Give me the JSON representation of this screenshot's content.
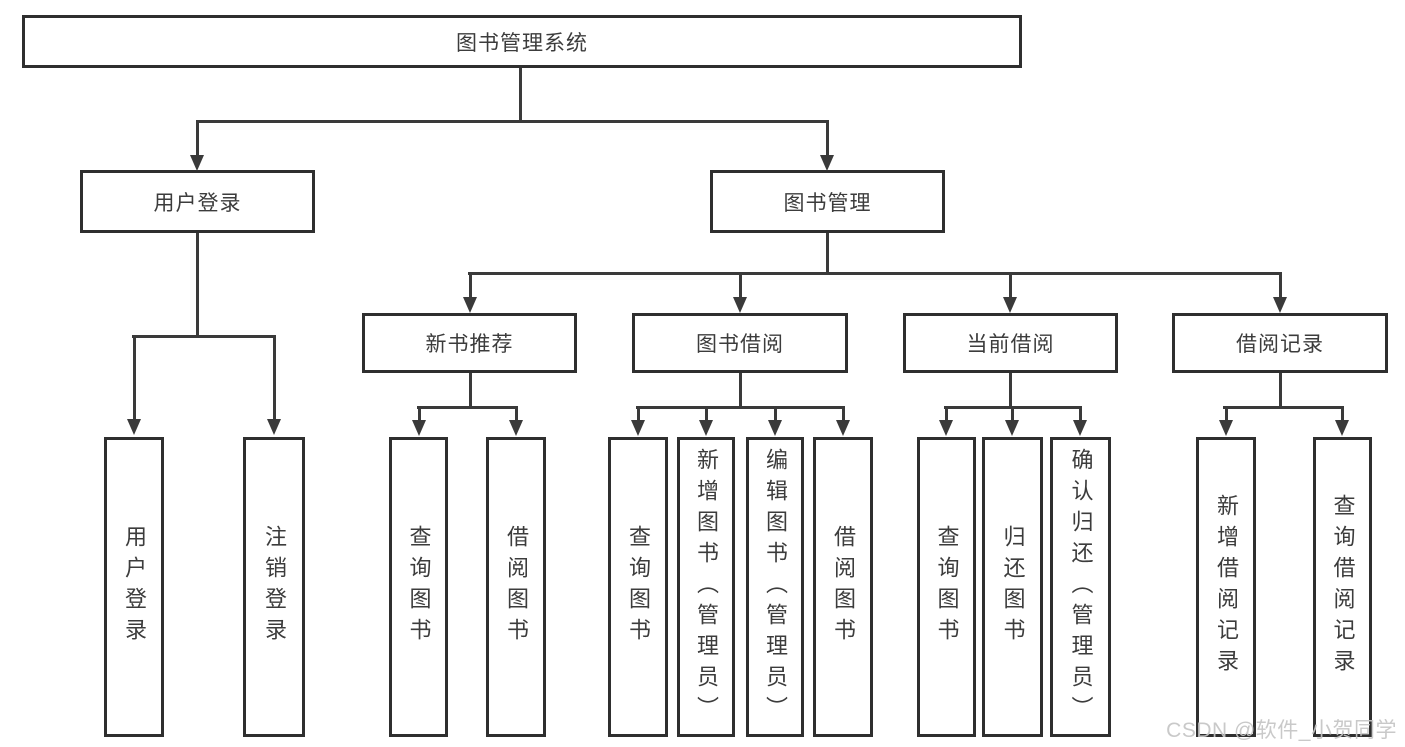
{
  "diagram": {
    "root": {
      "label": "图书管理系统"
    },
    "branches": [
      {
        "label": "用户登录",
        "leaves": [
          {
            "label": "用户登录"
          },
          {
            "label": "注销登录"
          }
        ]
      },
      {
        "label": "图书管理",
        "groups": [
          {
            "label": "新书推荐",
            "leaves": [
              {
                "label": "查询图书"
              },
              {
                "label": "借阅图书"
              }
            ]
          },
          {
            "label": "图书借阅",
            "leaves": [
              {
                "label": "查询图书"
              },
              {
                "label": "新增图书（管理员）"
              },
              {
                "label": "编辑图书（管理员）"
              },
              {
                "label": "借阅图书"
              }
            ]
          },
          {
            "label": "当前借阅",
            "leaves": [
              {
                "label": "查询图书"
              },
              {
                "label": "归还图书"
              },
              {
                "label": "确认归还（管理员）"
              }
            ]
          },
          {
            "label": "借阅记录",
            "leaves": [
              {
                "label": "新增借阅记录"
              },
              {
                "label": "查询借阅记录"
              }
            ]
          }
        ]
      }
    ]
  },
  "watermark": {
    "text": "CSDN @软件_小贺同学"
  },
  "colors": {
    "line": "#3a3a3a",
    "border": "#2f2f2f",
    "text": "#3c3c3c",
    "watermark": "#c5c5c5",
    "background": "#ffffff"
  }
}
